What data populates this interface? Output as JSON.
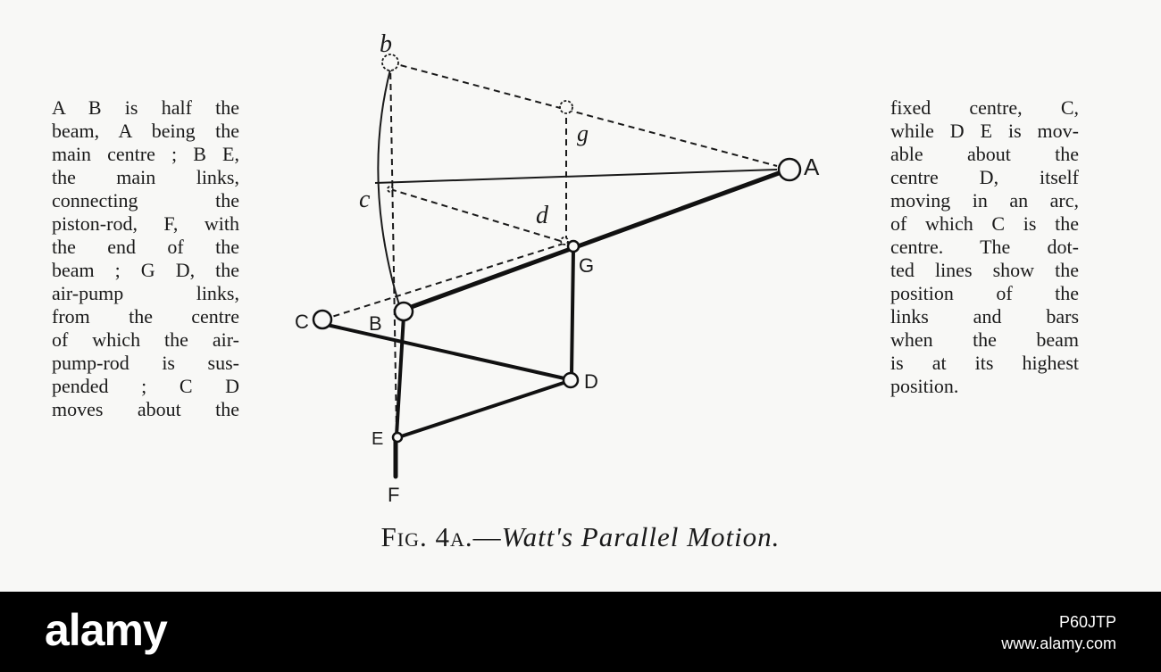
{
  "left_text": [
    "A B is half the",
    "beam, A being the",
    "main centre ; B E,",
    "the main links,",
    "connecting the",
    "piston-rod, F, with",
    "the end of the",
    "beam ; G D, the",
    "air-pump links,",
    "from the centre",
    "of which the air-",
    "pump-rod is sus-",
    "pended ; C D",
    "moves about the"
  ],
  "right_text": [
    "fixed centre, C,",
    "while D E is mov-",
    "able about the",
    "centre D, itself",
    "moving in an arc,",
    "of which C is the",
    "centre. The dot-",
    "ted lines show the",
    "position of the",
    "links and bars",
    "when the beam",
    "is at its highest",
    "position."
  ],
  "diagram": {
    "labels": {
      "b": "b",
      "g": "g",
      "A": "A",
      "c": "c",
      "d": "d",
      "G": "G",
      "C": "C",
      "B": "B",
      "D": "D",
      "E": "E",
      "F": "F"
    }
  },
  "caption": {
    "fig": "Fig. 4a.—",
    "title": "Watt's Parallel Motion."
  },
  "footer": {
    "logo": "alamy",
    "image_id": "P60JTP",
    "site": "www.alamy.com"
  },
  "colors": {
    "ink": "#1a1a1a",
    "paper": "#f8f8f6",
    "footer_bg": "#000000"
  }
}
